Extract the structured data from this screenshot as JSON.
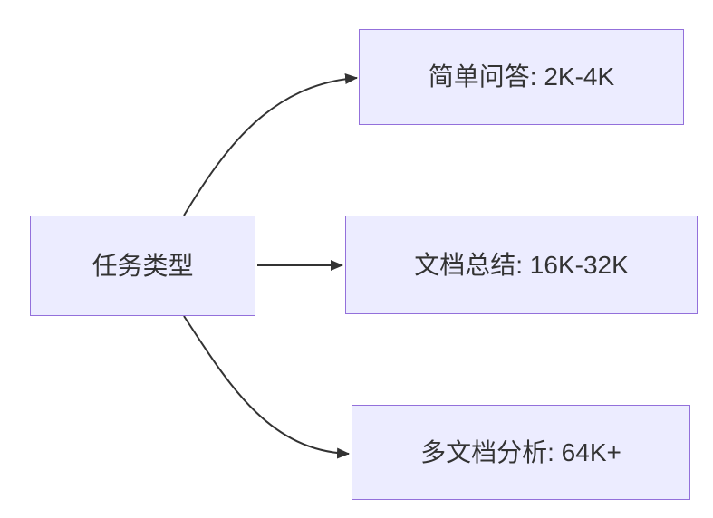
{
  "diagram": {
    "type": "flowchart-lr",
    "root_node": {
      "label": "任务类型"
    },
    "branches": [
      {
        "label": "简单问答: 2K-4K"
      },
      {
        "label": "文档总结: 16K-32K"
      },
      {
        "label": "多文档分析: 64K+"
      }
    ],
    "edges": [
      {
        "from": "任务类型",
        "to": "简单问答: 2K-4K"
      },
      {
        "from": "任务类型",
        "to": "文档总结: 16K-32K"
      },
      {
        "from": "任务类型",
        "to": "多文档分析: 64K+"
      }
    ],
    "colors": {
      "node_fill": "#ECECFF",
      "node_border": "#9370DB",
      "edge": "#333333",
      "text": "#333333",
      "background": "#FFFFFF"
    }
  }
}
